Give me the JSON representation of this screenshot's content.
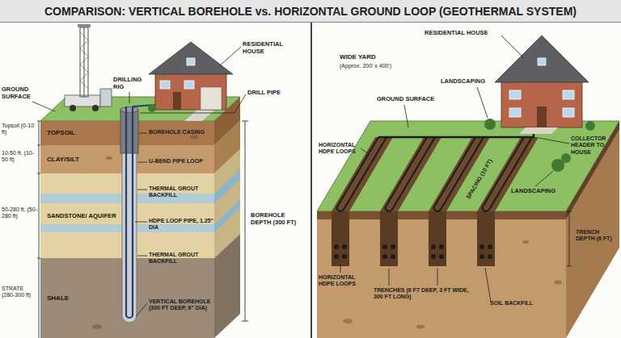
{
  "diagram": {
    "title": "COMPARISON: VERTICAL BOREHOLE vs. HORIZONTAL GROUND LOOP (GEOTHERMAL SYSTEM)",
    "nodes": [
      {
        "text": [
          "TOPSOIL"
        ]
      },
      {
        "text": [
          "CLAY/SILT"
        ]
      },
      {
        "text": [
          "SANDSTONE/ AQUIFER"
        ]
      },
      {
        "text": [
          "SHALE"
        ]
      }
    ],
    "labels": [
      "RESIDENTIAL HOUSE",
      "GROUND SURFACE",
      "DRILLING RIG",
      "Topsoil (0-10 ft)",
      "10-50 ft. (10-50 ft)",
      "50-280 ft. (50-280 ft)",
      "STRATE (280-300 ft)",
      "DRILL PIPE",
      "BOREHOLE CASING",
      "U-BEND PIPE LOOP",
      "THERMAL GROUT BACKFILL",
      "BOREHOLE DEPTH (300 FT)",
      "HDPE LOOP PIPE, 1.25\" DIA",
      "THERMAL GROUT BACKFILL",
      "VERTICAL BOREHOLE (300 FT DEEP, 6\" DIA)",
      "RESIDENTIAL HOUSE",
      "LANDSCAPING",
      "WIDE YARD",
      "(Approx. 200' x 400')",
      "GROUND SURFACE",
      "HORIZONTAL HDPE LOOPS",
      "COLLECTOR HEADER TO HOUSE",
      "SPACING (10 FT)",
      "HORIZONTAL HDPE LOOPS",
      "LANDSCAPING",
      "TRENCH DEPTH (6 FT)",
      "TRENCHES (6 FT DEEP, 3 FT WIDE, 300 FT LONG)",
      "SOIL BACKFILL"
    ]
  }
}
